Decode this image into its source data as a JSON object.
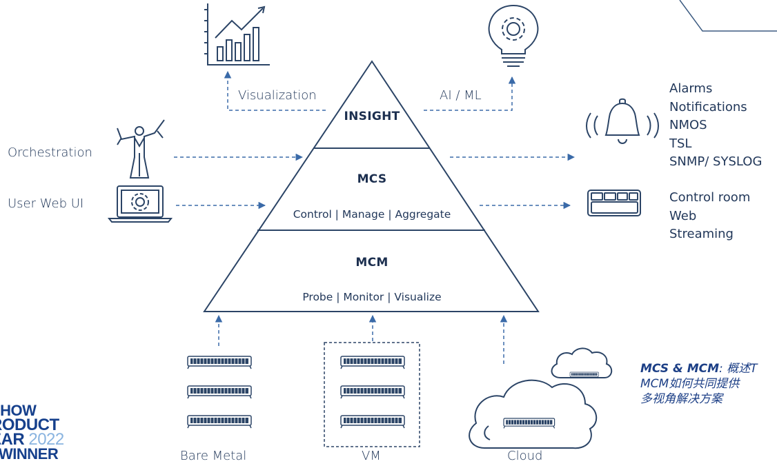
{
  "pyramid": {
    "insight": "INSIGHT",
    "mcs": "MCS",
    "mcs_sub": "Control | Manage | Aggregate",
    "mcm": "MCM",
    "mcm_sub": "Probe | Monitor | Visualize"
  },
  "top": {
    "visualization": "Visualization",
    "ai_ml": "AI / ML"
  },
  "left": {
    "orchestration": "Orchestration",
    "user_web_ui": "User Web UI"
  },
  "right": {
    "alerts": [
      "Alarms",
      "Notifications",
      "NMOS",
      "TSL",
      "SNMP/ SYSLOG"
    ],
    "outputs": [
      "Control room",
      "Web",
      "Streaming"
    ]
  },
  "bottom": {
    "bare_metal": "Bare Metal",
    "vm": "VM",
    "cloud": "Cloud"
  },
  "caption": {
    "bold": "MCS & MCM",
    "line1_rest": ": 概述T",
    "line2": "MCM如何共同提供",
    "line3": "多视角解决方案"
  },
  "award": {
    "line1": "SHOW",
    "line2": "RODUCT",
    "line3a": "EAR",
    "line3b": "2022",
    "line4": "WINNER"
  },
  "colors": {
    "navy": "#1c2f4f",
    "line": "#2b4466",
    "arrow": "#3a6aa8",
    "award_blue": "#16408c",
    "award_light": "#8ab4e0"
  }
}
